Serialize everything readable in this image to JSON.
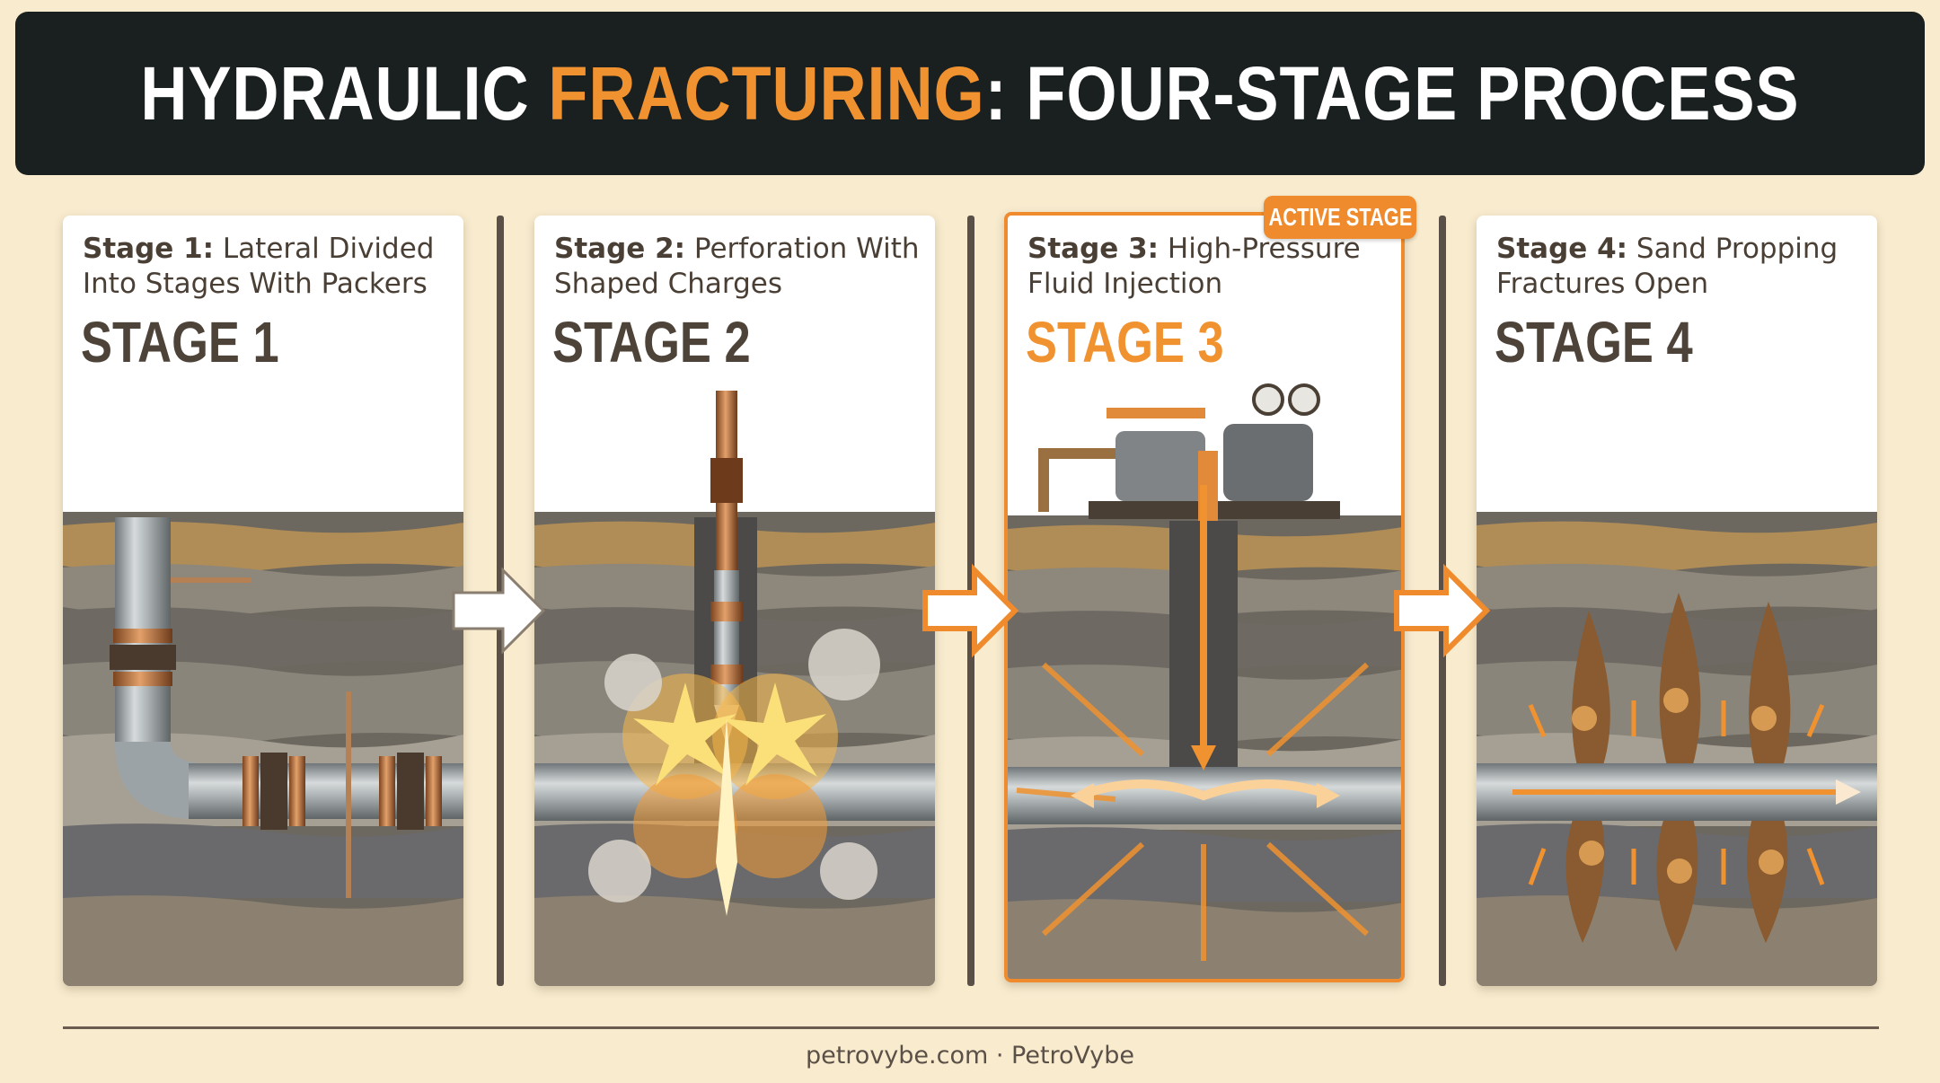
{
  "header": {
    "title_part1": "HYDRAULIC ",
    "title_accent": "FRACTURING",
    "title_part2": ": FOUR-STAGE PROCESS"
  },
  "badge": {
    "label": "ACTIVE STAGE"
  },
  "stages": [
    {
      "caption_bold": "Stage 1:",
      "caption_text": " Lateral Divided Into Stages With Packers",
      "label": "STAGE 1"
    },
    {
      "caption_bold": "Stage 2:",
      "caption_text": " Perforation With Shaped Charges",
      "label": "STAGE 2"
    },
    {
      "caption_bold": "Stage 3:",
      "caption_text": " High-Pressure Fluid Injection",
      "label": "STAGE 3"
    },
    {
      "caption_bold": "Stage 4:",
      "caption_text": " Sand Propping Fractures Open",
      "label": "STAGE 4"
    }
  ],
  "footer": {
    "text": "petrovybe.com · PetroVybe"
  },
  "colors": {
    "accent": "#f0922f",
    "banner": "#1a1f20",
    "background": "#f8ebce",
    "pipe": "#9ca3a6",
    "copper": "#c0773c"
  }
}
